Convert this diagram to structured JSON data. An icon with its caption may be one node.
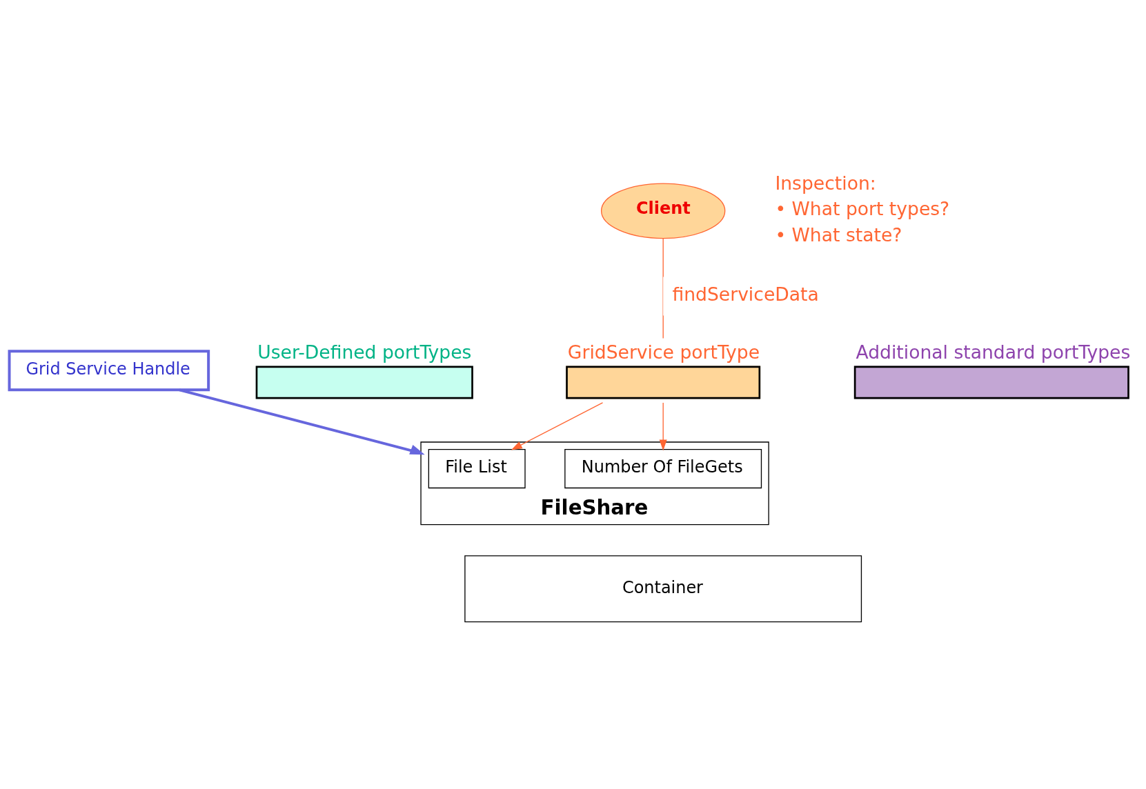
{
  "diagram": {
    "nodes": [
      {
        "text": [
          "Client"
        ]
      },
      {
        "text": [
          "Grid Service Handle"
        ]
      },
      {
        "text": [
          "User-Defined portTypes"
        ]
      },
      {
        "text": [
          "GridService portType"
        ]
      },
      {
        "text": [
          "Additional standard portTypes"
        ]
      },
      {
        "text": [
          "FileShare"
        ]
      },
      {
        "text": [
          "File List"
        ],
        "in": 5
      },
      {
        "text": [
          "Number Of FileGets"
        ],
        "in": 5
      },
      {
        "text": [
          "Container"
        ]
      }
    ],
    "edges": [
      {
        "from": 0,
        "to": 3,
        "arrow": "none",
        "label": "findServiceData"
      },
      {
        "from": 3,
        "to": 6,
        "arrow": "to"
      },
      {
        "from": 3,
        "to": 7,
        "arrow": "to"
      },
      {
        "from": 1,
        "to": 5,
        "arrow": "to",
        "style": "thick",
        "color": "#6666dd"
      }
    ],
    "labels": [
      "Inspection:",
      "• What port types?",
      "• What state?"
    ]
  }
}
